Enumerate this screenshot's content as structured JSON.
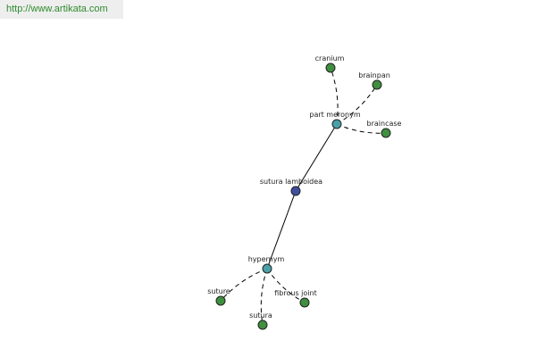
{
  "header": {
    "site_url": "http://www.artikata.com"
  },
  "graph": {
    "nodes": {
      "sutura_lamboidea": {
        "label": "sutura lamboidea",
        "role": "center",
        "color": "#3f4fa0"
      },
      "part_meronym": {
        "label": "part meronym",
        "role": "relation",
        "color": "#4aa0a8"
      },
      "hypernym": {
        "label": "hypernym",
        "role": "relation",
        "color": "#4aa0a8"
      },
      "cranium": {
        "label": "cranium",
        "role": "term",
        "color": "#3f8f3f"
      },
      "brainpan": {
        "label": "brainpan",
        "role": "term",
        "color": "#3f8f3f"
      },
      "braincase": {
        "label": "braincase",
        "role": "term",
        "color": "#3f8f3f"
      },
      "suture": {
        "label": "suture",
        "role": "term",
        "color": "#3f8f3f"
      },
      "sutura": {
        "label": "sutura",
        "role": "term",
        "color": "#3f8f3f"
      },
      "fibrous_joint": {
        "label": "fibrous joint",
        "role": "term",
        "color": "#3f8f3f"
      }
    },
    "edges": [
      {
        "from": "sutura_lamboidea",
        "to": "part_meronym",
        "style": "solid"
      },
      {
        "from": "sutura_lamboidea",
        "to": "hypernym",
        "style": "solid"
      },
      {
        "from": "part_meronym",
        "to": "cranium",
        "style": "dashed"
      },
      {
        "from": "part_meronym",
        "to": "brainpan",
        "style": "dashed"
      },
      {
        "from": "part_meronym",
        "to": "braincase",
        "style": "dashed"
      },
      {
        "from": "hypernym",
        "to": "suture",
        "style": "dashed"
      },
      {
        "from": "hypernym",
        "to": "sutura",
        "style": "dashed"
      },
      {
        "from": "hypernym",
        "to": "fibrous_joint",
        "style": "dashed"
      }
    ]
  }
}
